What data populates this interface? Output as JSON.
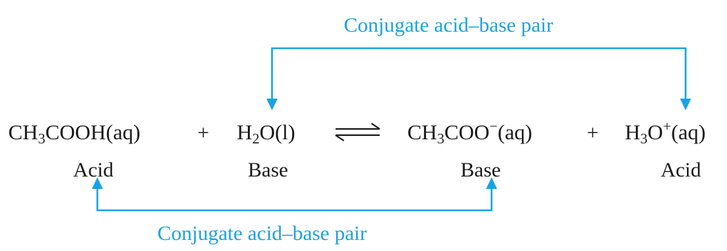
{
  "colors": {
    "connector": "#1aa3e0",
    "text": "#1a1a1a"
  },
  "pairs": {
    "top_label": "Conjugate acid–base pair",
    "bottom_label": "Conjugate acid–base pair"
  },
  "equation": {
    "acetic_acid": {
      "prefix": "CH",
      "sub": "3",
      "suffix": "COOH(aq)",
      "role": "Acid"
    },
    "plus_1": "+",
    "water": {
      "prefix": "H",
      "sub": "2",
      "suffix": "O(l)",
      "role": "Base"
    },
    "equilibrium_symbol": "equilibrium-arrows-icon",
    "acetate": {
      "prefix": "CH",
      "sub": "3",
      "middle": "COO",
      "sup": "−",
      "suffix": "(aq)",
      "role": "Base"
    },
    "plus_2": "+",
    "hydronium": {
      "prefix": "H",
      "sub": "3",
      "middle": "O",
      "sup": "+",
      "suffix": "(aq)",
      "role": "Acid"
    }
  }
}
